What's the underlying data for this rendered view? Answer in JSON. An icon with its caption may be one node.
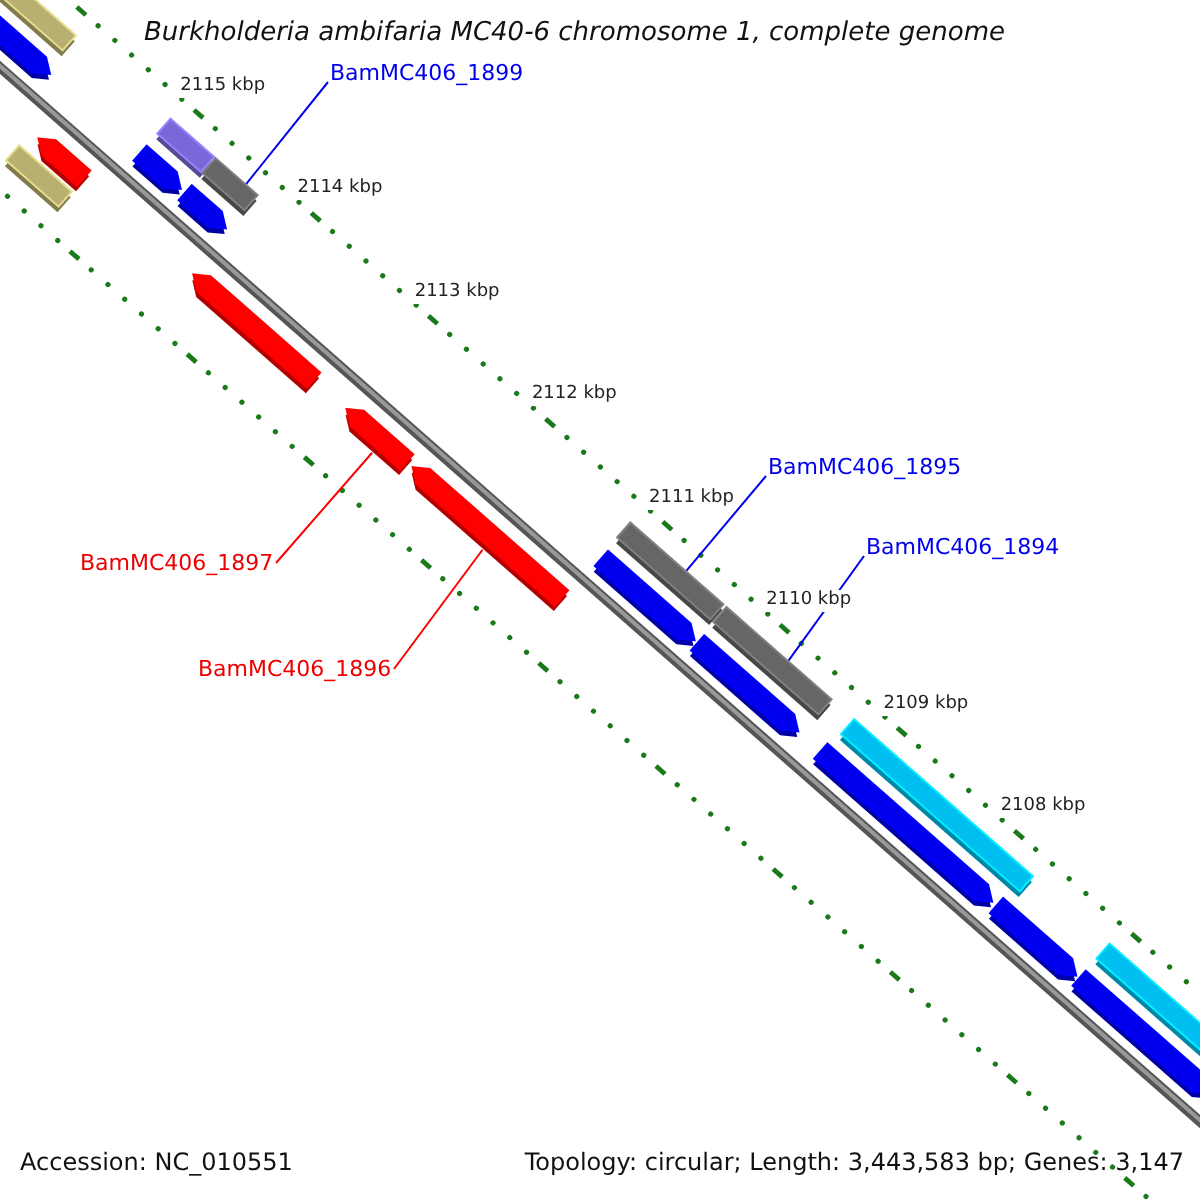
{
  "diagram": {
    "title": "Burkholderia ambifaria MC40-6 chromosome 1, complete genome",
    "nodes": [
      {
        "text": [
          "BamMC406_1899"
        ]
      },
      {
        "text": [],
        "shape": "bar"
      },
      {
        "text": [
          "BamMC406_1895"
        ]
      },
      {
        "text": [],
        "shape": "bar"
      },
      {
        "text": [
          "BamMC406_1894"
        ]
      },
      {
        "text": [],
        "shape": "bar"
      },
      {
        "text": [
          "BamMC406_1897"
        ]
      },
      {
        "text": [],
        "shape": "arrow"
      },
      {
        "text": [
          "BamMC406_1896"
        ]
      },
      {
        "text": [],
        "shape": "arrow"
      }
    ],
    "edges": [
      {
        "from": 0,
        "to": 1,
        "arrow": "none"
      },
      {
        "from": 2,
        "to": 3,
        "arrow": "none"
      },
      {
        "from": 4,
        "to": 5,
        "arrow": "none"
      },
      {
        "from": 6,
        "to": 7,
        "arrow": "none",
        "color": "#ff0000"
      },
      {
        "from": 8,
        "to": 9,
        "arrow": "none",
        "color": "#ff0000"
      }
    ],
    "labels": [
      "2115 kbp",
      "2114 kbp",
      "2113 kbp",
      "2112 kbp",
      "2111 kbp",
      "2110 kbp",
      "2109 kbp",
      "2108 kbp",
      "Accession: NC_010551",
      "Topology: circular; Length: 3,443,583 bp; Genes: 3,147"
    ]
  }
}
